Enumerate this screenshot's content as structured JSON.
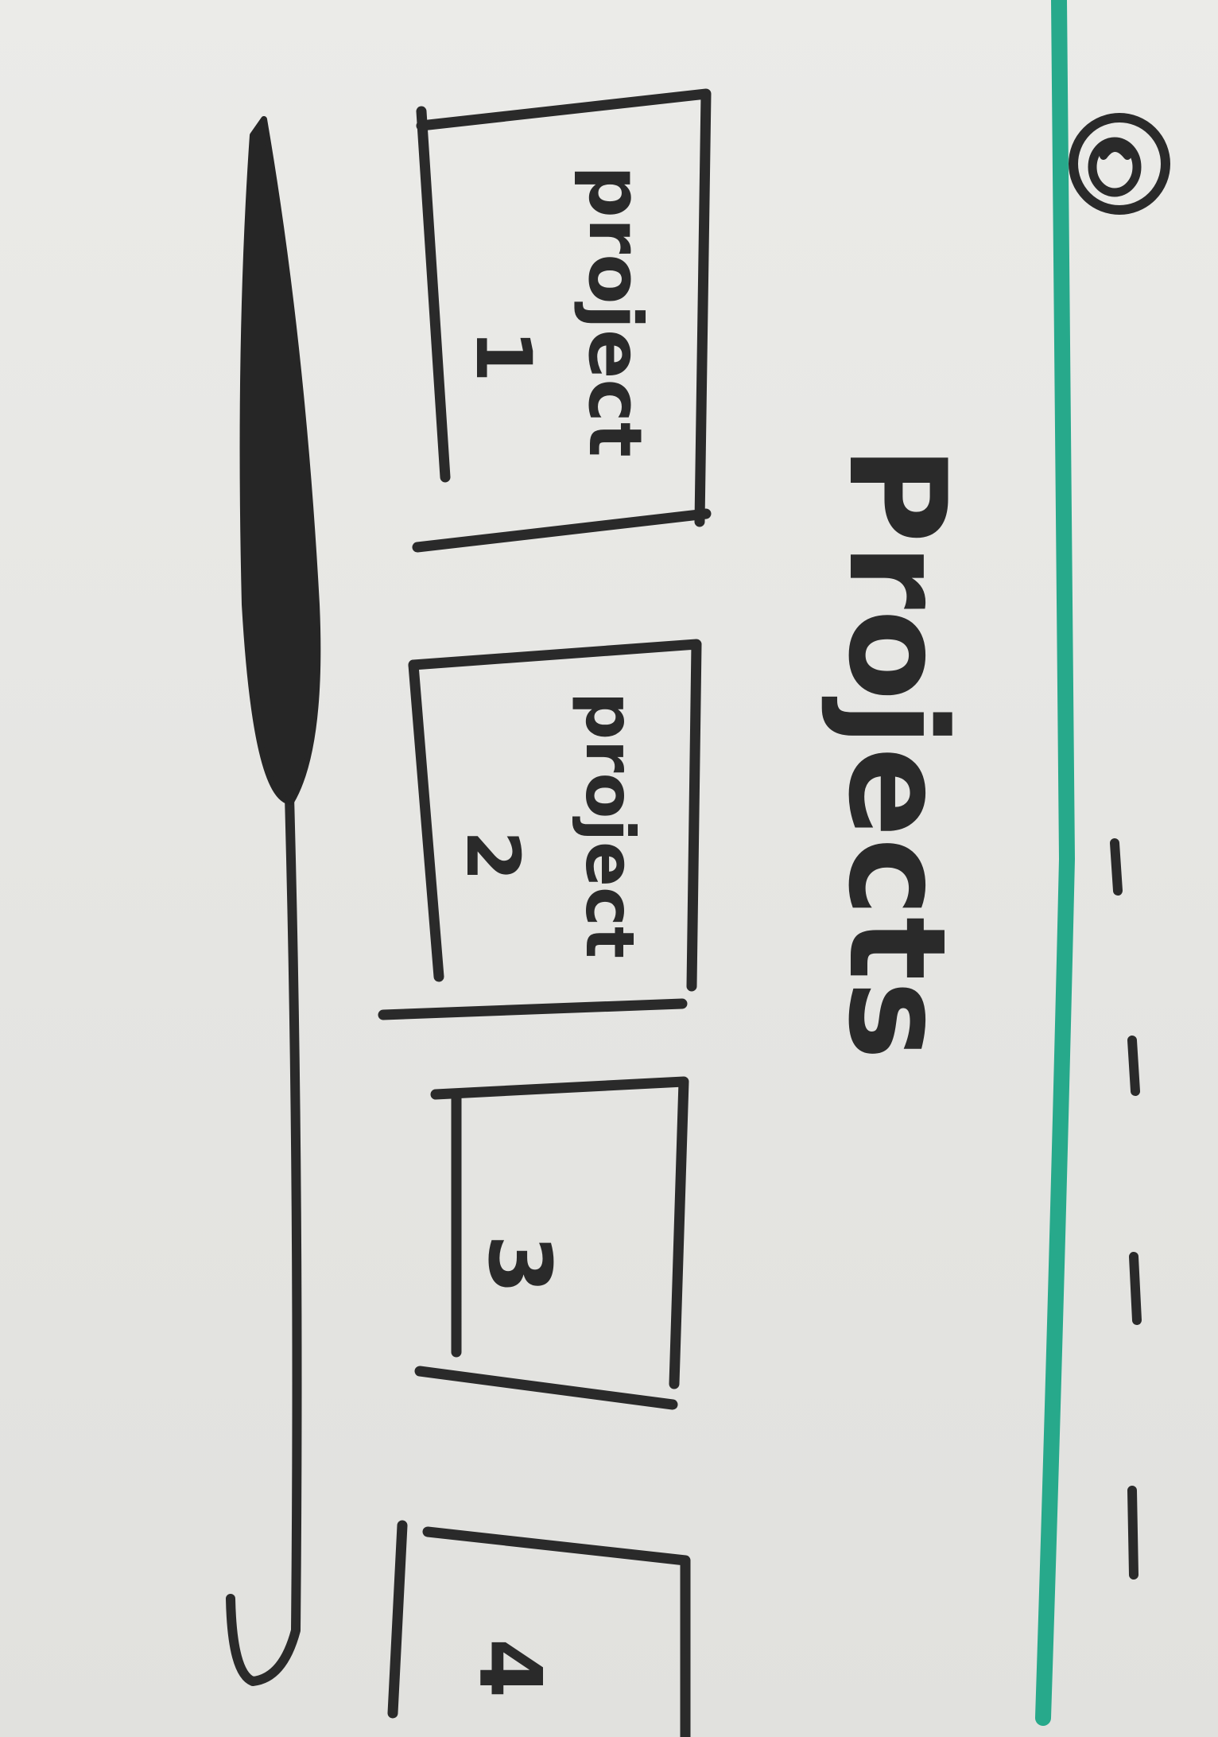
{
  "sketch": {
    "title": "Projects",
    "accent_color": "#27a98b",
    "ink_color": "#2a2a2a",
    "cards": [
      {
        "label_line1": "project",
        "label_line2": "1"
      },
      {
        "label_line1": "project",
        "label_line2": "2"
      },
      {
        "label_line1": "",
        "label_line2": "3"
      },
      {
        "label_line1": "",
        "label_line2": "4"
      }
    ],
    "menu_icon": "dots-menu-icon",
    "settings_icon": "target-icon"
  }
}
